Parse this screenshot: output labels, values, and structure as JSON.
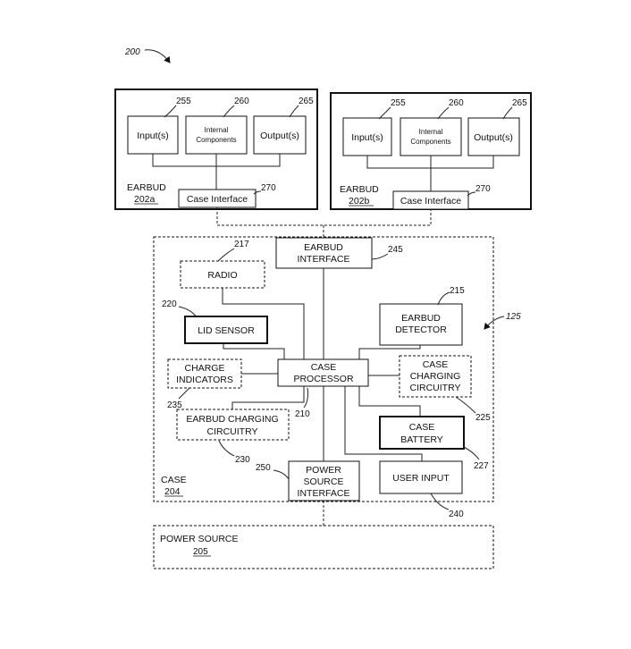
{
  "figure_ref": "200",
  "earbud_a": {
    "title": "EARBUD",
    "ref": "202a",
    "inputs": "Input(s)",
    "internal_line1": "Internal",
    "internal_line2": "Components",
    "outputs": "Output(s)",
    "case_interface": "Case Interface",
    "ref_inputs": "255",
    "ref_internal": "260",
    "ref_outputs": "265",
    "ref_case_interface": "270"
  },
  "earbud_b": {
    "title": "EARBUD",
    "ref": "202b",
    "inputs": "Input(s)",
    "internal_line1": "Internal",
    "internal_line2": "Components",
    "outputs": "Output(s)",
    "case_interface": "Case Interface",
    "ref_inputs": "255",
    "ref_internal": "260",
    "ref_outputs": "265",
    "ref_case_interface": "270"
  },
  "case": {
    "title": "CASE",
    "ref": "204",
    "ref_arrow": "125",
    "earbud_interface_1": "EARBUD",
    "earbud_interface_2": "INTERFACE",
    "ref_earbud_interface": "245",
    "radio": "RADIO",
    "ref_radio": "217",
    "lid_sensor": "LID SENSOR",
    "ref_lid_sensor": "220",
    "earbud_detector_1": "EARBUD",
    "earbud_detector_2": "DETECTOR",
    "ref_earbud_detector": "215",
    "charge_indicators_1": "CHARGE",
    "charge_indicators_2": "INDICATORS",
    "ref_charge_indicators": "235",
    "case_processor_1": "CASE",
    "case_processor_2": "PROCESSOR",
    "ref_case_processor": "210",
    "case_charging_1": "CASE",
    "case_charging_2": "CHARGING",
    "case_charging_3": "CIRCUITRY",
    "ref_case_charging": "225",
    "earbud_charging_1": "EARBUD CHARGING",
    "earbud_charging_2": "CIRCUITRY",
    "ref_earbud_charging": "230",
    "case_battery_1": "CASE",
    "case_battery_2": "BATTERY",
    "ref_case_battery": "227",
    "power_interface_1": "POWER",
    "power_interface_2": "SOURCE",
    "power_interface_3": "INTERFACE",
    "ref_power_interface": "250",
    "user_input": "USER INPUT",
    "ref_user_input": "240"
  },
  "power_source": {
    "title": "POWER SOURCE",
    "ref": "205"
  }
}
